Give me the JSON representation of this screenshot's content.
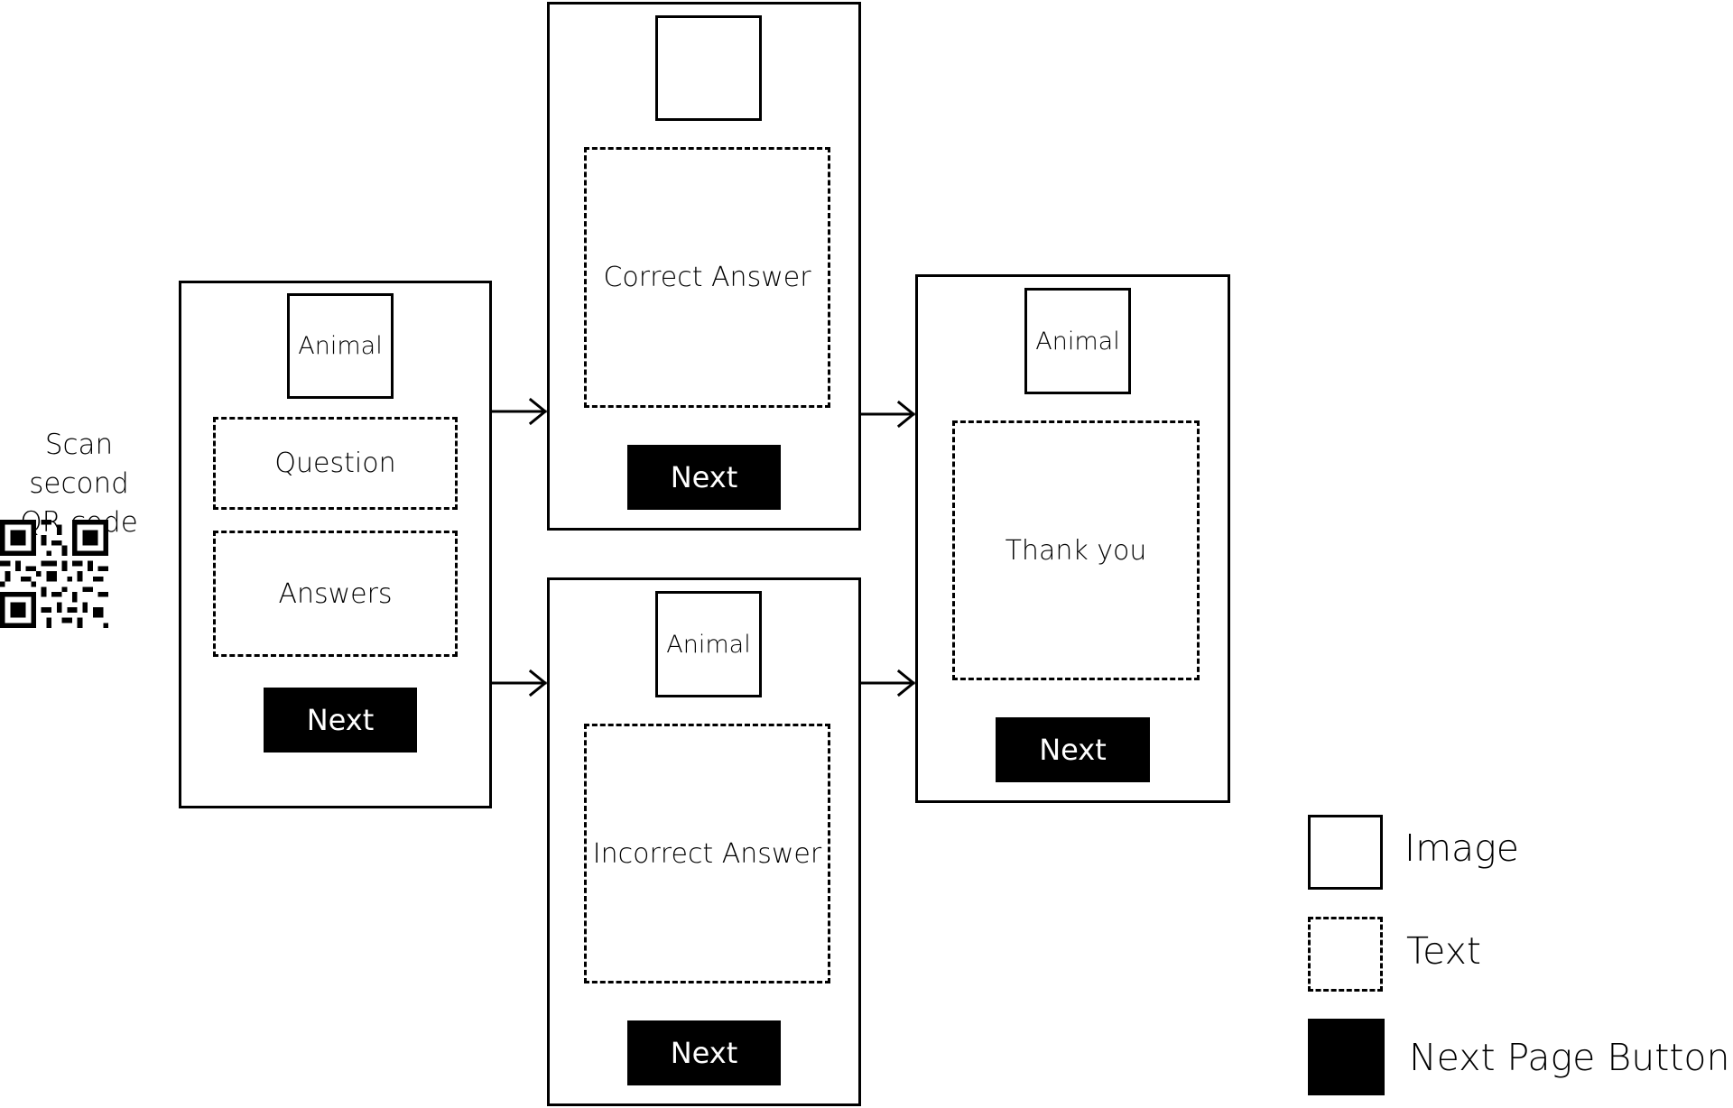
{
  "side": {
    "line1": "Scan second",
    "line2": "QR code"
  },
  "screens": {
    "question": {
      "image_label": "Animal",
      "question_text": "Question",
      "answers_text": "Answers",
      "button": "Next"
    },
    "correct": {
      "image_label": "",
      "body_text": "Correct Answer",
      "button": "Next"
    },
    "incorrect": {
      "image_label": "Animal",
      "body_text": "Incorrect Answer",
      "button": "Next"
    },
    "thanks": {
      "image_label": "Animal",
      "body_text": "Thank you",
      "button": "Next"
    }
  },
  "legend": {
    "image": "Image",
    "text": "Text",
    "button": "Next Page Button"
  },
  "icons": {
    "qr": "qr-code-icon",
    "arrow": "right-arrow-icon"
  }
}
